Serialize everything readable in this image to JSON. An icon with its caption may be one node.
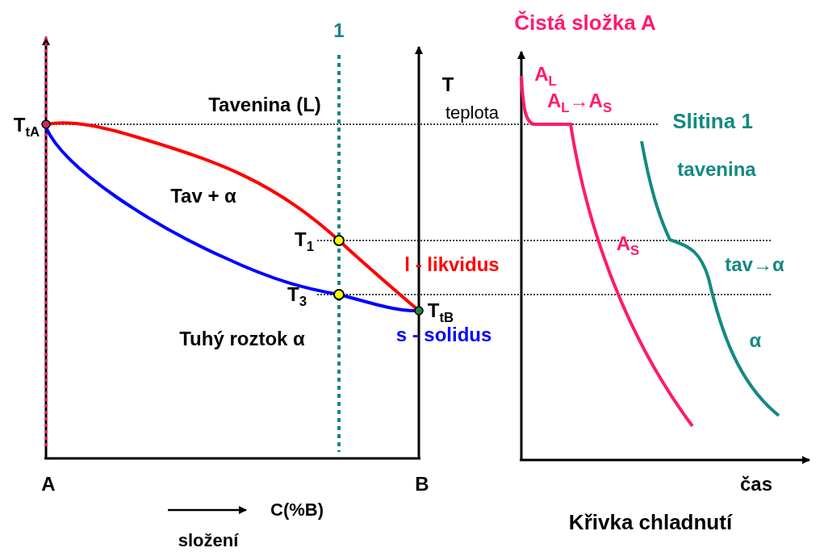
{
  "diagram": {
    "labels": [
      "1",
      "Čistá složka A",
      "A$_{L}$",
      "T",
      "teplota",
      "A$_{L}$→A$_{S}$",
      "Tavenina (L)",
      "T$_{tA}$",
      "Slitina 1",
      "tavenina",
      "Tav + α",
      "T$_{1}$",
      "A$_{S}$",
      "l - likvidus",
      "tav→α",
      "T$_{3}$",
      "T$_{tB}$",
      "s - solidus",
      "Tuhý roztok α",
      "α",
      "A",
      "B",
      "čas",
      "C(%B)",
      "Křivka chladnutí",
      "složení"
    ]
  }
}
